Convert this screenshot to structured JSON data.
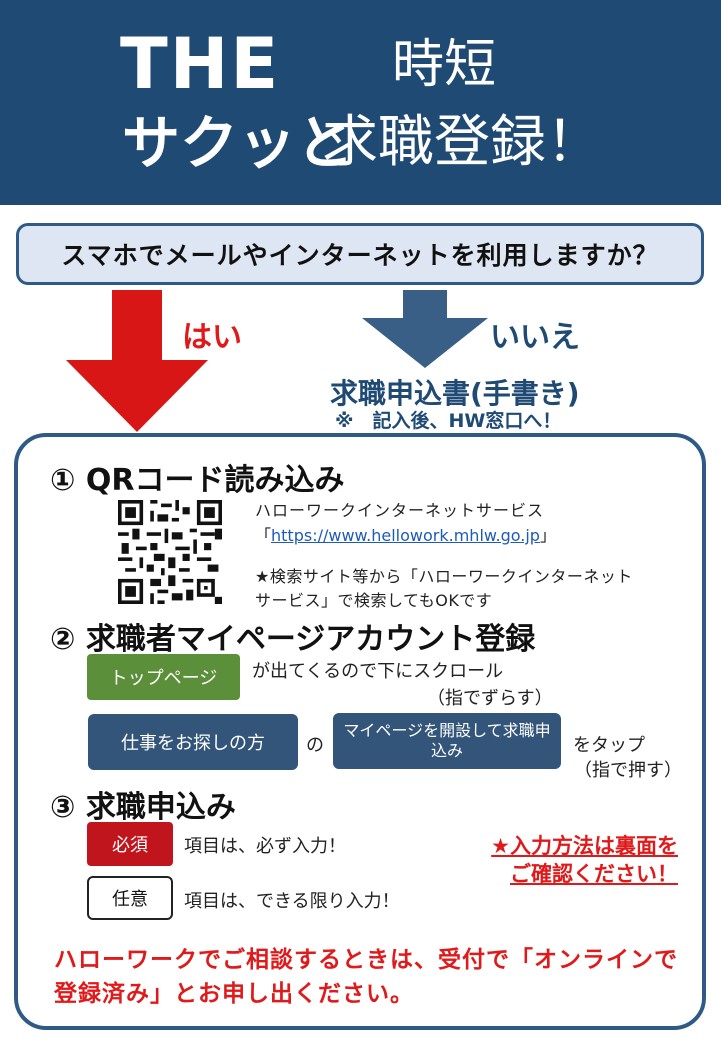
{
  "header": {
    "the": "THE",
    "sakutto": "サクッと",
    "jitan": "時短",
    "kyushoku": "求職登録！"
  },
  "question": "スマホでメールやインターネットを利用しますか？",
  "answers": {
    "yes": "はい",
    "no": "いいえ",
    "no_form_title": "求職申込書(手書き)",
    "no_form_note": "※　記入後、HW窓口へ！"
  },
  "step1": {
    "title": "① QRコード読み込み",
    "hw_name": "ハローワークインターネットサービス",
    "url_open": "「",
    "url": "https://www.hellowork.mhlw.go.jp",
    "url_close": "」",
    "search_note": "★検索サイト等から「ハローワークインターネットサービス」で検索してもOKです"
  },
  "step2": {
    "title": "② 求職者マイページアカウント登録",
    "top_page_button": "トップページ",
    "scroll_text": "が出てくるので下にスクロール",
    "scroll_hint": "（指でずらす）",
    "job_seeker_button": "仕事をお探しの方",
    "no_particle": "の",
    "mypage_button": "マイページを開設して求職申込み",
    "tap_text": "をタップ",
    "tap_hint": "（指で押す）"
  },
  "step3": {
    "title": "③ 求職申込み",
    "required_label": "必須",
    "required_text": "項目は、必ず入力！",
    "optional_label": "任意",
    "optional_text": "項目は、できる限り入力！",
    "backside_line1": "★入力方法は裏面を",
    "backside_line2": "ご確認ください！"
  },
  "consult_note": "ハローワークでご相談するときは、受付で「オンラインで登録済み」とお申し出ください。",
  "colors": {
    "navy": "#1f4a74",
    "red": "#e01a1a",
    "green": "#5b8f3a",
    "required_red": "#c1151d"
  }
}
